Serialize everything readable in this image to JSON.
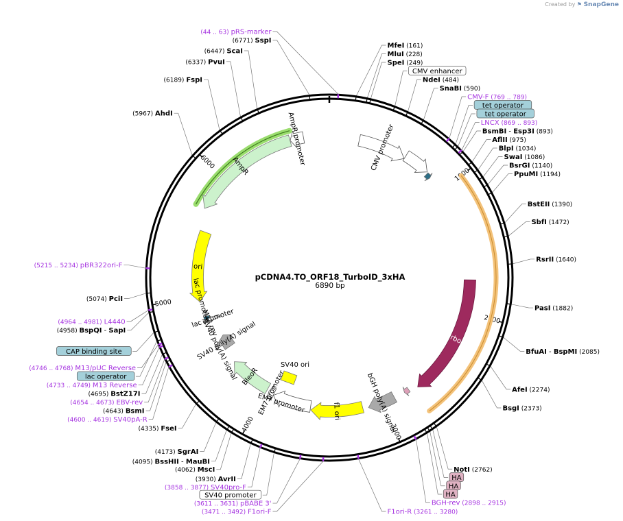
{
  "credit": {
    "prefix": "Created by",
    "brand": "SnapGene"
  },
  "plasmid": {
    "name": "pCDNA4.TO_ORF18_TurboID_3xHA",
    "size_label": "6890 bp"
  },
  "tick_labels": [
    {
      "text": "1000",
      "pos": 1000
    },
    {
      "text": "2000",
      "pos": 2000
    },
    {
      "text": "3000",
      "pos": 3000
    },
    {
      "text": "4000",
      "pos": 4000
    },
    {
      "text": "5000",
      "pos": 5000
    },
    {
      "text": "6000",
      "pos": 6000
    }
  ],
  "features": [
    {
      "name": "AmpR promoter",
      "label": "AmpR promoter",
      "start": 6690,
      "end": 6585,
      "color": "#ffffff"
    },
    {
      "name": "AmpR",
      "label": "AmpR",
      "start": 6584,
      "end": 5724,
      "color": "#ccf2cc"
    },
    {
      "name": "ori",
      "label": "ori",
      "start": 5553,
      "end": 4965,
      "color": "#ffff00"
    },
    {
      "name": "CMV enhancer",
      "label": "CMV promoter",
      "start": 235,
      "end": 614,
      "color": "#ffffff"
    },
    {
      "name": "CMV promoter",
      "label": "",
      "start": 615,
      "end": 818,
      "color": "#ffffff"
    },
    {
      "name": "tet operator",
      "label": "",
      "start": 827,
      "end": 866,
      "color": "#2e6f87"
    },
    {
      "name": "TurboID",
      "label": "TurboID",
      "start": 1740,
      "end": 2700,
      "color": "#9e2a5e"
    },
    {
      "name": "HA",
      "label": "",
      "start": 2770,
      "end": 2810,
      "color": "#dda0b8"
    },
    {
      "name": "bGH poly(A) signal",
      "label": "bGH poly(A) signal",
      "start": 2900,
      "end": 3124,
      "color": "#a9a9a9"
    },
    {
      "name": "f1 ori",
      "label": "f1 ori",
      "start": 3170,
      "end": 3598,
      "color": "#ffff00"
    },
    {
      "name": "SV40 promoter",
      "label": "",
      "start": 3603,
      "end": 3932,
      "color": "#ffffff"
    },
    {
      "name": "EM7 promoter",
      "label": "EM7 promoter",
      "start": 3933,
      "end": 3980,
      "color": "#ffffff"
    },
    {
      "name": "BleoR",
      "label": "BleoR",
      "start": 3999,
      "end": 4373,
      "color": "#ccf2cc"
    },
    {
      "name": "SV40 poly(A) signal",
      "label": "SV40 poly(A) signal",
      "start": 4504,
      "end": 4625,
      "color": "#a9a9a9"
    },
    {
      "name": "lac promoter",
      "label": "lac promoter",
      "start": 4814,
      "end": 4785,
      "color": "#ffffff"
    },
    {
      "name": "CAP site",
      "label": "",
      "start": 4835,
      "end": 4805,
      "color": "#2e6f87"
    }
  ],
  "inner_labels": [
    {
      "text": "lac promoter",
      "rot": 75
    },
    {
      "text": "M13 rev",
      "rot": 67
    },
    {
      "text": "SV40 poly(A) signal",
      "rot": 63
    },
    {
      "text": "SV40 ori",
      "rot": 0
    },
    {
      "text": "EM7 promoter",
      "rot": 18
    }
  ],
  "selection_arc": {
    "start": 1000,
    "end": 2740,
    "color": "#f3c27a"
  },
  "amp_highlight": {
    "start": 6600,
    "end": 5720,
    "color": "#9bdd6f"
  },
  "right_labels": [
    {
      "name": "MfeI",
      "num": "(161)",
      "pos": 161,
      "color": "#000000"
    },
    {
      "name": "MluI",
      "num": "(228)",
      "pos": 228,
      "color": "#000000"
    },
    {
      "name": "SpeI",
      "num": "(249)",
      "pos": 249,
      "color": "#000000"
    },
    {
      "name": "CMV enhancer",
      "num": "",
      "pos": 400,
      "boxed": "white",
      "color": "#000000"
    },
    {
      "name": "NdeI",
      "num": "(484)",
      "pos": 484,
      "color": "#000000"
    },
    {
      "name": "SnaBI",
      "num": "(590)",
      "pos": 590,
      "color": "#000000"
    },
    {
      "name": "CMV-F",
      "num": "(769 .. 789)",
      "pos": 779,
      "color": "#a532e0"
    },
    {
      "name": "tet operator",
      "num": "",
      "pos": 830,
      "boxed": "teal",
      "color": "#000000"
    },
    {
      "name": "tet operator",
      "num": "",
      "pos": 850,
      "boxed": "teal",
      "color": "#000000"
    },
    {
      "name": "LNCX",
      "num": "(869 .. 893)",
      "pos": 881,
      "color": "#a532e0"
    },
    {
      "name": "BsmBI",
      "name2": "Esp3I",
      "num": "(893)",
      "pos": 893,
      "color": "#000000"
    },
    {
      "name": "AflII",
      "num": "(975)",
      "pos": 975,
      "color": "#000000"
    },
    {
      "name": "BlpI",
      "num": "(1034)",
      "pos": 1034,
      "color": "#000000"
    },
    {
      "name": "SwaI",
      "num": "(1086)",
      "pos": 1086,
      "color": "#000000"
    },
    {
      "name": "BsrGI",
      "num": "(1140)",
      "pos": 1140,
      "color": "#000000"
    },
    {
      "name": "PpuMI",
      "num": "(1194)",
      "pos": 1194,
      "color": "#000000"
    },
    {
      "name": "BstEII",
      "num": "(1390)",
      "pos": 1390,
      "color": "#000000"
    },
    {
      "name": "SbfI",
      "num": "(1472)",
      "pos": 1472,
      "color": "#000000"
    },
    {
      "name": "RsrII",
      "num": "(1640)",
      "pos": 1640,
      "color": "#000000"
    },
    {
      "name": "PasI",
      "num": "(1882)",
      "pos": 1882,
      "color": "#000000"
    },
    {
      "name": "BfuAI",
      "name2": "BspMI",
      "num": "(2085)",
      "pos": 2085,
      "color": "#000000"
    },
    {
      "name": "AfeI",
      "num": "(2274)",
      "pos": 2274,
      "color": "#000000"
    },
    {
      "name": "BsgI",
      "num": "(2373)",
      "pos": 2373,
      "color": "#000000"
    },
    {
      "name": "NotI",
      "num": "(2762)",
      "pos": 2762,
      "color": "#000000"
    },
    {
      "name": "HA",
      "num": "",
      "pos": 2790,
      "boxed": "pink",
      "color": "#000000"
    },
    {
      "name": "HA",
      "num": "",
      "pos": 2810,
      "boxed": "pink",
      "color": "#000000"
    },
    {
      "name": "HA",
      "num": "",
      "pos": 2830,
      "boxed": "pink",
      "color": "#000000"
    },
    {
      "name": "BGH-rev",
      "num": "(2898 .. 2915)",
      "pos": 2906,
      "color": "#a532e0"
    },
    {
      "name": "F1ori-R",
      "num": "(3261 .. 3280)",
      "pos": 3270,
      "color": "#a532e0"
    }
  ],
  "left_labels": [
    {
      "name": "pRS-marker",
      "num": "(44 .. 63)",
      "pos": 53,
      "color": "#a532e0"
    },
    {
      "name": "SspI",
      "num": "(6771)",
      "pos": 6771,
      "color": "#000000"
    },
    {
      "name": "ScaI",
      "num": "(6447)",
      "pos": 6447,
      "color": "#000000"
    },
    {
      "name": "PvuI",
      "num": "(6337)",
      "pos": 6337,
      "color": "#000000"
    },
    {
      "name": "FspI",
      "num": "(6189)",
      "pos": 6189,
      "color": "#000000"
    },
    {
      "name": "AhdI",
      "num": "(5967)",
      "pos": 5967,
      "color": "#000000"
    },
    {
      "name": "pBR322ori-F",
      "num": "(5215 .. 5234)",
      "pos": 5224,
      "color": "#a532e0"
    },
    {
      "name": "PciI",
      "num": "(5074)",
      "pos": 5074,
      "color": "#000000"
    },
    {
      "name": "L4440",
      "num": "(4964 .. 4981)",
      "pos": 4972,
      "color": "#a532e0"
    },
    {
      "name": "BspQI",
      "name2": "SapI",
      "num": "(4958)",
      "pos": 4958,
      "color": "#000000"
    },
    {
      "name": "CAP binding site",
      "num": "",
      "pos": 4835,
      "boxed": "teal",
      "color": "#000000"
    },
    {
      "name": "M13/pUC Reverse",
      "num": "(4746 .. 4768)",
      "pos": 4757,
      "color": "#a532e0"
    },
    {
      "name": "lac operator",
      "num": "",
      "pos": 4780,
      "boxed": "teal",
      "color": "#000000"
    },
    {
      "name": "M13 Reverse",
      "num": "(4733 .. 4749)",
      "pos": 4741,
      "color": "#a532e0"
    },
    {
      "name": "BstZ17I",
      "num": "(4695)",
      "pos": 4695,
      "color": "#000000"
    },
    {
      "name": "EBV-rev",
      "num": "(4654 .. 4673)",
      "pos": 4663,
      "color": "#a532e0"
    },
    {
      "name": "BsmI",
      "num": "(4643)",
      "pos": 4643,
      "color": "#000000"
    },
    {
      "name": "SV40pA-R",
      "num": "(4600 .. 4619)",
      "pos": 4610,
      "color": "#a532e0"
    },
    {
      "name": "FseI",
      "num": "(4335)",
      "pos": 4335,
      "color": "#000000"
    },
    {
      "name": "SgrAI",
      "num": "(4173)",
      "pos": 4173,
      "color": "#000000"
    },
    {
      "name": "BssHII",
      "name2": "MauBI",
      "num": "(4095)",
      "pos": 4095,
      "color": "#000000"
    },
    {
      "name": "MscI",
      "num": "(4062)",
      "pos": 4062,
      "color": "#000000"
    },
    {
      "name": "AvrII",
      "num": "(3930)",
      "pos": 3930,
      "color": "#000000"
    },
    {
      "name": "SV40pro-F",
      "num": "(3858 .. 3877)",
      "pos": 3868,
      "color": "#a532e0"
    },
    {
      "name": "SV40 promoter",
      "num": "",
      "pos": 3780,
      "boxed": "white",
      "color": "#000000"
    },
    {
      "name": "pBABE 3'",
      "num": "(3611 .. 3631)",
      "pos": 3621,
      "color": "#a532e0"
    },
    {
      "name": "F1ori-F",
      "num": "(3471 .. 3492)",
      "pos": 3482,
      "color": "#a532e0"
    }
  ]
}
